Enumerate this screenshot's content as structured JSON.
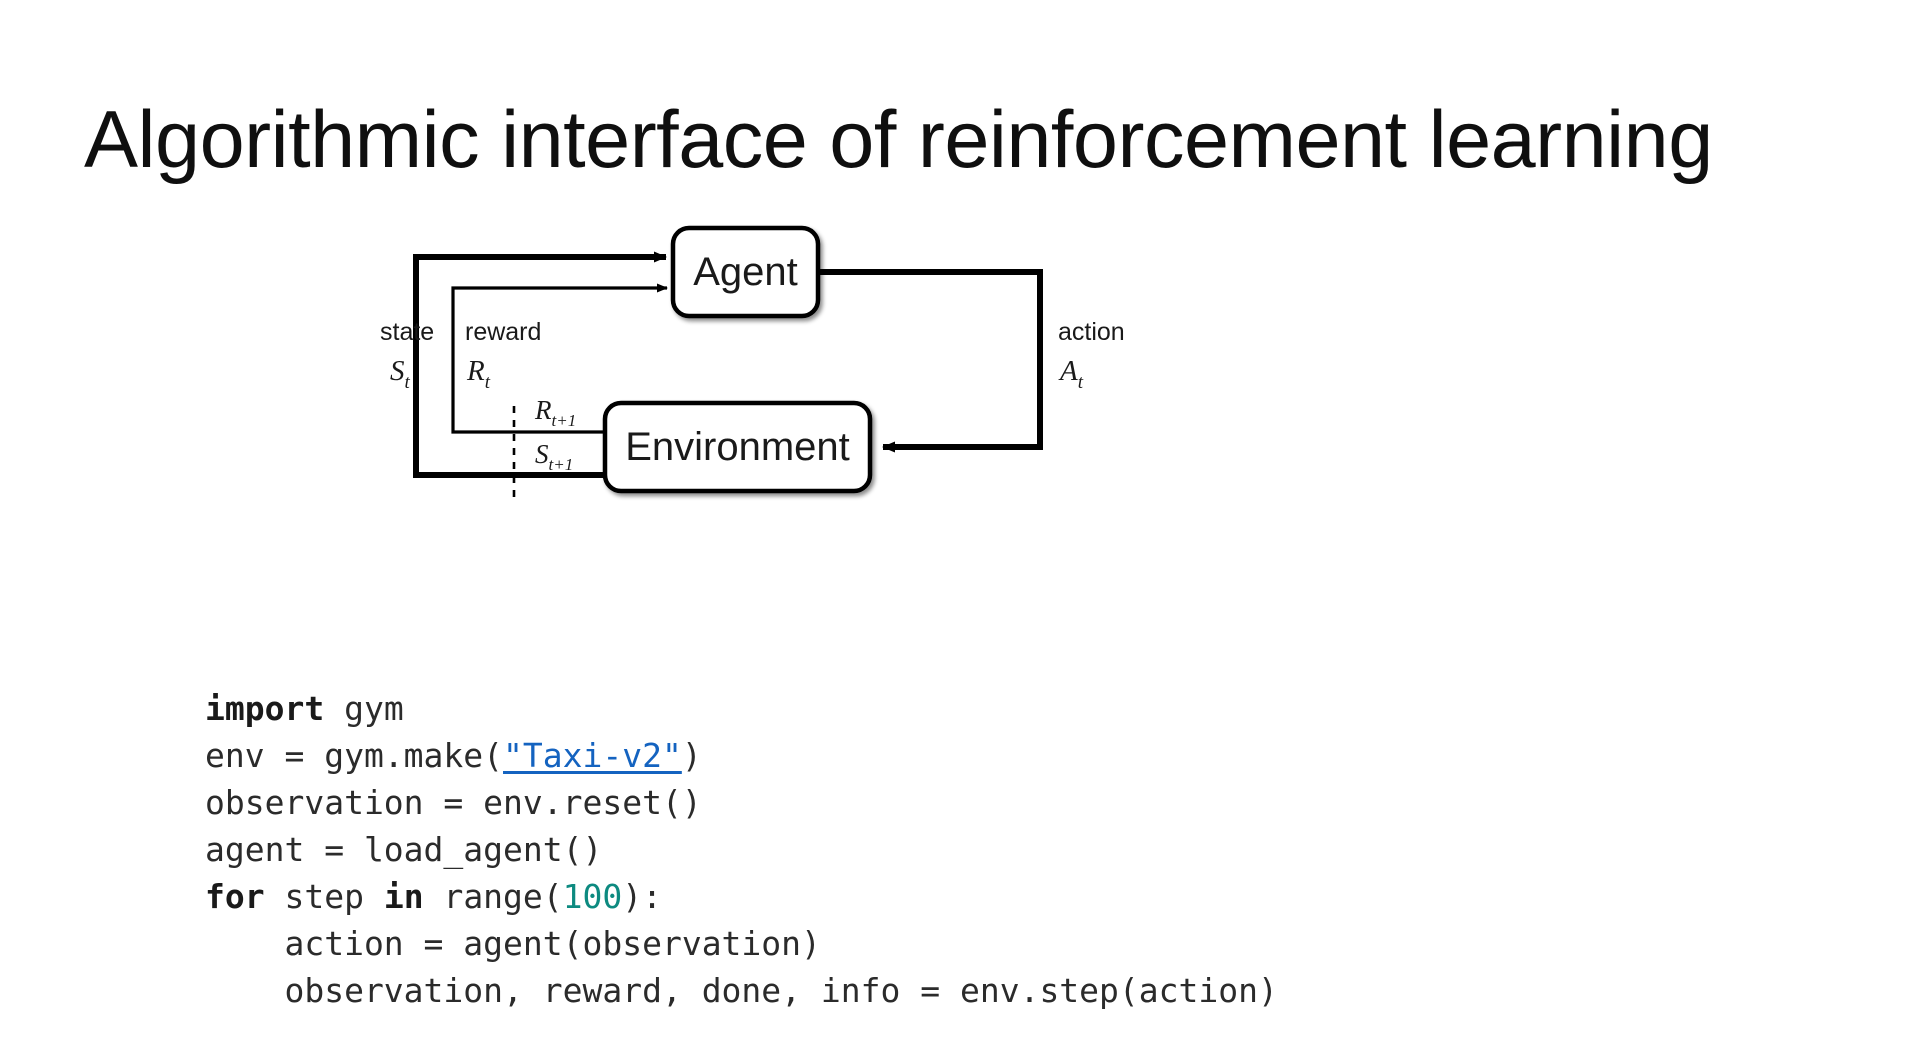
{
  "slide": {
    "title": "Algorithmic interface of reinforcement learning",
    "background_color": "#ffffff"
  },
  "diagram": {
    "name": "agent-environment-interaction-loop",
    "agent_box_label": "Agent",
    "environment_box_label": "Environment",
    "labels": {
      "state_word": "state",
      "state_symbol": "S",
      "state_symbol_sub": "t",
      "reward_word": "reward",
      "reward_symbol": "R",
      "reward_symbol_sub": "t",
      "action_word": "action",
      "action_symbol": "A",
      "action_symbol_sub": "t",
      "next_reward_symbol": "R",
      "next_reward_sub": "t+1",
      "next_state_symbol": "S",
      "next_state_sub": "t+1"
    },
    "stroke_color": "#000000"
  },
  "code": {
    "language": "python",
    "link_color": "#1463c0",
    "number_color": "#0d8a80",
    "keyword_color": "#1a1a1a",
    "text_color": "#2b2b2b",
    "lines": [
      {
        "id": "l1",
        "segments": [
          {
            "text": "import",
            "style": "kw"
          },
          {
            "text": " gym",
            "style": "plain"
          }
        ]
      },
      {
        "id": "l2",
        "segments": [
          {
            "text": "env = gym.make(",
            "style": "plain"
          },
          {
            "text": "\"Taxi-v2\"",
            "style": "link"
          },
          {
            "text": ")",
            "style": "plain"
          }
        ]
      },
      {
        "id": "l3",
        "segments": [
          {
            "text": "observation = env.reset()",
            "style": "plain"
          }
        ]
      },
      {
        "id": "l4",
        "segments": [
          {
            "text": "agent = load_agent()",
            "style": "plain"
          }
        ]
      },
      {
        "id": "l5",
        "segments": [
          {
            "text": "for",
            "style": "kw"
          },
          {
            "text": " step ",
            "style": "plain"
          },
          {
            "text": "in",
            "style": "kw"
          },
          {
            "text": " range(",
            "style": "plain"
          },
          {
            "text": "100",
            "style": "num"
          },
          {
            "text": "):",
            "style": "plain"
          }
        ]
      },
      {
        "id": "l6",
        "segments": [
          {
            "text": "    action = agent(observation)",
            "style": "plain"
          }
        ]
      },
      {
        "id": "l7",
        "segments": [
          {
            "text": "    observation, reward, done, info = env.step(action)",
            "style": "plain"
          }
        ]
      }
    ]
  }
}
